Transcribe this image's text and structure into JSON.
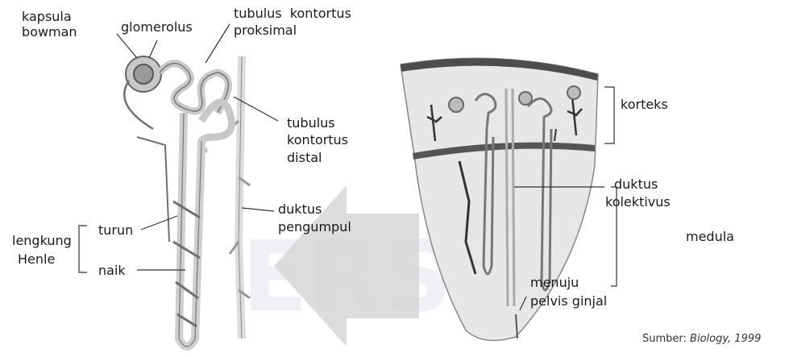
{
  "labels": {
    "kapsula": "kapsula",
    "bowman": "bowman",
    "glomerolus": "glomerolus",
    "tubulus_kontortus": "tubulus  kontortus",
    "proksimal": "proksimal",
    "tubulus": "tubulus",
    "kontortus": "kontortus",
    "distal": "distal",
    "duktus_left": "duktus",
    "pengumpul": "pengumpul",
    "turun": "turun",
    "lengkung": "lengkung",
    "henle": "Henle",
    "naik": "naik",
    "korteks": "korteks",
    "duktus_right": "duktus",
    "kolektivus": "kolektivus",
    "medula": "medula",
    "menuju": "menuju",
    "pelvis_ginjal": "pelvis ginjal"
  },
  "source": {
    "prefix": "Sumber: ",
    "book": "Biology, 1999"
  },
  "colors": {
    "tubule_light": "#c8c8c8",
    "tubule_dark": "#6f6f6f",
    "duct": "#dcdcdc",
    "wedge": "#e7e7e7",
    "cortex_top": "#4d4d4d",
    "arrow": "#d6d6d6",
    "watermark": "#eef0f5"
  }
}
